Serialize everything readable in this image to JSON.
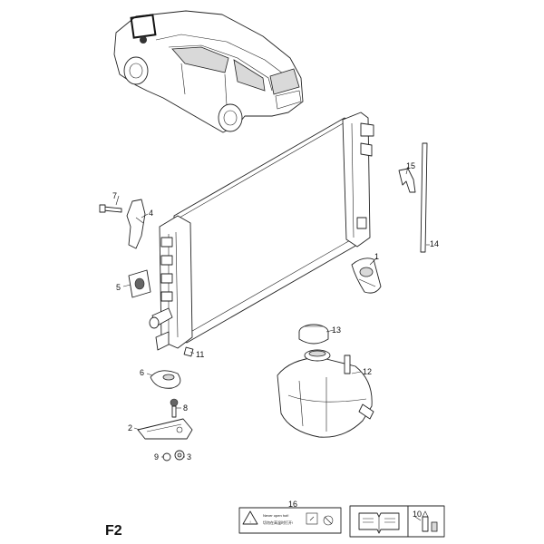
{
  "figure": {
    "label": "F2"
  },
  "callouts": {
    "c1": "1",
    "c2": "2",
    "c3": "3",
    "c4": "4",
    "c5": "5",
    "c6": "6",
    "c7": "7",
    "c8": "8",
    "c9": "9",
    "c10": "10",
    "c11": "11",
    "c12": "12",
    "c13": "13",
    "c14": "14",
    "c15": "15",
    "c16": "16"
  },
  "warning_label": {
    "line1": "Never open hot!",
    "line2": "切勿在高温时打开!"
  }
}
